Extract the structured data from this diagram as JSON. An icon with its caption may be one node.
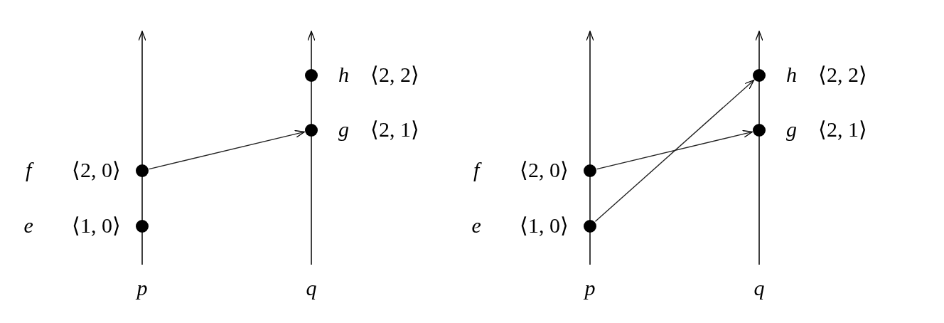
{
  "diagram": {
    "nodes": [
      {
        "text": [],
        "shape": "circle",
        "beside": [
          "f",
          "⟨2, 0⟩"
        ]
      },
      {
        "text": [],
        "shape": "circle",
        "beside": [
          "e",
          "⟨1, 0⟩"
        ]
      },
      {
        "text": [],
        "shape": "circle",
        "beside": [
          "h",
          "⟨2, 2⟩"
        ]
      },
      {
        "text": [],
        "shape": "circle",
        "beside": [
          "g",
          "⟨2, 1⟩"
        ]
      },
      {
        "text": [],
        "shape": "circle",
        "beside": [
          "f",
          "⟨2, 0⟩"
        ]
      },
      {
        "text": [],
        "shape": "circle",
        "beside": [
          "e",
          "⟨1, 0⟩"
        ]
      },
      {
        "text": [],
        "shape": "circle",
        "beside": [
          "h",
          "⟨2, 2⟩"
        ]
      },
      {
        "text": [],
        "shape": "circle",
        "beside": [
          "g",
          "⟨2, 1⟩"
        ]
      }
    ],
    "edges": [
      {
        "from": 0,
        "to": 3,
        "arrow": "to"
      },
      {
        "from": 4,
        "to": 7,
        "arrow": "to"
      },
      {
        "from": 5,
        "to": 6,
        "arrow": "to"
      }
    ],
    "labels": [
      "p",
      "q",
      "p",
      "q"
    ]
  }
}
